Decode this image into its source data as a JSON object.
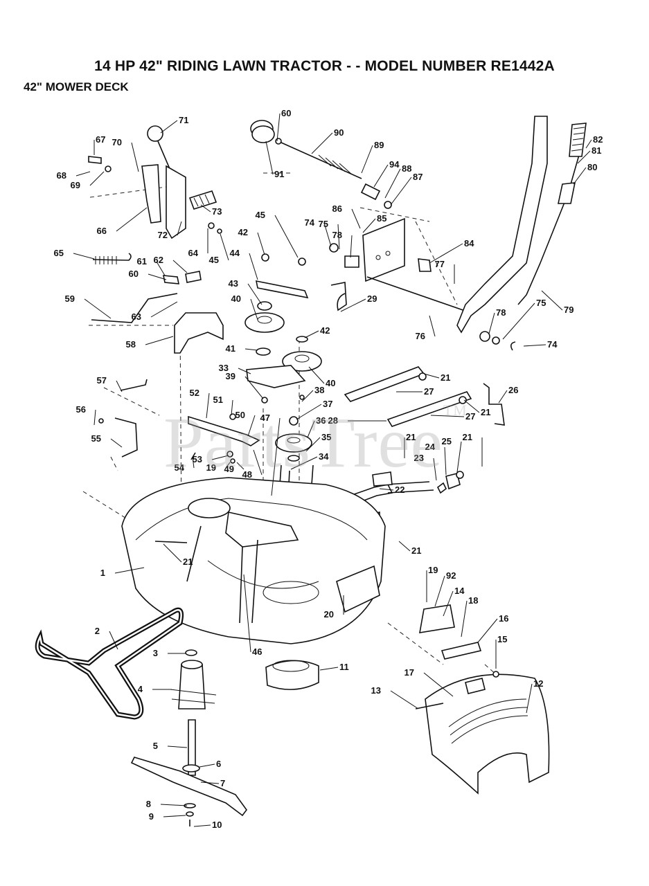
{
  "header": {
    "title": "14 HP 42\" RIDING LAWN TRACTOR - - MODEL NUMBER RE1442A",
    "subtitle": "42\" MOWER DECK"
  },
  "watermark": {
    "text": "PartsTree",
    "mark": "TM"
  },
  "callouts": [
    {
      "id": "c71",
      "label": "71"
    },
    {
      "id": "c67",
      "label": "67"
    },
    {
      "id": "c70",
      "label": "70"
    },
    {
      "id": "c68",
      "label": "68"
    },
    {
      "id": "c69",
      "label": "69"
    },
    {
      "id": "c66",
      "label": "66"
    },
    {
      "id": "c72",
      "label": "72"
    },
    {
      "id": "c73",
      "label": "73"
    },
    {
      "id": "c64",
      "label": "64"
    },
    {
      "id": "c45a",
      "label": "45"
    },
    {
      "id": "c60a",
      "label": "60"
    },
    {
      "id": "c90",
      "label": "90"
    },
    {
      "id": "c91",
      "label": "91"
    },
    {
      "id": "c89",
      "label": "89"
    },
    {
      "id": "c94",
      "label": "94"
    },
    {
      "id": "c88",
      "label": "88"
    },
    {
      "id": "c87",
      "label": "87"
    },
    {
      "id": "c86",
      "label": "86"
    },
    {
      "id": "c85",
      "label": "85"
    },
    {
      "id": "c74a",
      "label": "74"
    },
    {
      "id": "c75a",
      "label": "75"
    },
    {
      "id": "c78a",
      "label": "78"
    },
    {
      "id": "c84",
      "label": "84"
    },
    {
      "id": "c77",
      "label": "77"
    },
    {
      "id": "c45b",
      "label": "45"
    },
    {
      "id": "c42a",
      "label": "42"
    },
    {
      "id": "c44",
      "label": "44"
    },
    {
      "id": "c43",
      "label": "43"
    },
    {
      "id": "c40a",
      "label": "40"
    },
    {
      "id": "c42b",
      "label": "42"
    },
    {
      "id": "c41",
      "label": "41"
    },
    {
      "id": "c33",
      "label": "33"
    },
    {
      "id": "c39",
      "label": "39"
    },
    {
      "id": "c40b",
      "label": "40"
    },
    {
      "id": "c38",
      "label": "38"
    },
    {
      "id": "c37",
      "label": "37"
    },
    {
      "id": "c36",
      "label": "36"
    },
    {
      "id": "c35",
      "label": "35"
    },
    {
      "id": "c34",
      "label": "34"
    },
    {
      "id": "c47",
      "label": "47"
    },
    {
      "id": "c65",
      "label": "65"
    },
    {
      "id": "c61",
      "label": "61"
    },
    {
      "id": "c62",
      "label": "62"
    },
    {
      "id": "c60b",
      "label": "60"
    },
    {
      "id": "c59",
      "label": "59"
    },
    {
      "id": "c63",
      "label": "63"
    },
    {
      "id": "c58",
      "label": "58"
    },
    {
      "id": "c57",
      "label": "57"
    },
    {
      "id": "c56",
      "label": "56"
    },
    {
      "id": "c55",
      "label": "55"
    },
    {
      "id": "c52",
      "label": "52"
    },
    {
      "id": "c51",
      "label": "51"
    },
    {
      "id": "c50",
      "label": "50"
    },
    {
      "id": "c54",
      "label": "54"
    },
    {
      "id": "c53",
      "label": "53"
    },
    {
      "id": "c19a",
      "label": "19"
    },
    {
      "id": "c49",
      "label": "49"
    },
    {
      "id": "c48",
      "label": "48"
    },
    {
      "id": "c29",
      "label": "29"
    },
    {
      "id": "c76",
      "label": "76"
    },
    {
      "id": "c78b",
      "label": "78"
    },
    {
      "id": "c75b",
      "label": "75"
    },
    {
      "id": "c74b",
      "label": "74"
    },
    {
      "id": "c79",
      "label": "79"
    },
    {
      "id": "c80",
      "label": "80"
    },
    {
      "id": "c81",
      "label": "81"
    },
    {
      "id": "c82",
      "label": "82"
    },
    {
      "id": "c21a",
      "label": "21"
    },
    {
      "id": "c27a",
      "label": "27"
    },
    {
      "id": "c26",
      "label": "26"
    },
    {
      "id": "c28",
      "label": "28"
    },
    {
      "id": "c27b",
      "label": "27"
    },
    {
      "id": "c21b",
      "label": "21"
    },
    {
      "id": "c21c",
      "label": "21"
    },
    {
      "id": "c25",
      "label": "25"
    },
    {
      "id": "c21d",
      "label": "21"
    },
    {
      "id": "c24",
      "label": "24"
    },
    {
      "id": "c23",
      "label": "23"
    },
    {
      "id": "c22",
      "label": "22"
    },
    {
      "id": "c21e",
      "label": "21"
    },
    {
      "id": "c21f",
      "label": "21"
    },
    {
      "id": "c1",
      "label": "1"
    },
    {
      "id": "c20",
      "label": "20"
    },
    {
      "id": "c46",
      "label": "46"
    },
    {
      "id": "c19b",
      "label": "19"
    },
    {
      "id": "c92",
      "label": "92"
    },
    {
      "id": "c14",
      "label": "14"
    },
    {
      "id": "c18",
      "label": "18"
    },
    {
      "id": "c16",
      "label": "16"
    },
    {
      "id": "c15",
      "label": "15"
    },
    {
      "id": "c2",
      "label": "2"
    },
    {
      "id": "c3",
      "label": "3"
    },
    {
      "id": "c4",
      "label": "4"
    },
    {
      "id": "c11",
      "label": "11"
    },
    {
      "id": "c12",
      "label": "12"
    },
    {
      "id": "c17",
      "label": "17"
    },
    {
      "id": "c13",
      "label": "13"
    },
    {
      "id": "c5",
      "label": "5"
    },
    {
      "id": "c6",
      "label": "6"
    },
    {
      "id": "c7",
      "label": "7"
    },
    {
      "id": "c8",
      "label": "8"
    },
    {
      "id": "c9",
      "label": "9"
    },
    {
      "id": "c10",
      "label": "10"
    }
  ]
}
